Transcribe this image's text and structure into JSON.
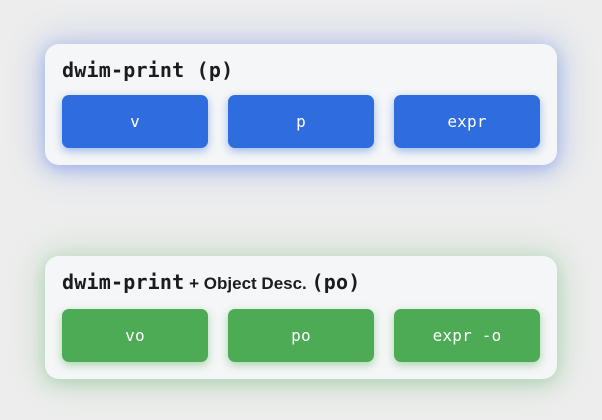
{
  "page": {
    "background": "#ededed",
    "card_background": "#f5f6f7"
  },
  "cards": [
    {
      "name": "dwim-print",
      "accent": "#2f6cde",
      "glow": "rgba(64,110,228,0.30)",
      "title_segments": [
        {
          "text": "dwim-print (p)",
          "style": "mono"
        }
      ],
      "buttons": [
        {
          "label": "v"
        },
        {
          "label": "p"
        },
        {
          "label": "expr"
        }
      ]
    },
    {
      "name": "dwim-print-object-desc",
      "accent": "#4cab54",
      "glow": "rgba(92,176,100,0.28)",
      "title_segments": [
        {
          "text": "dwim-print",
          "style": "mono"
        },
        {
          "text": " + Object Desc. ",
          "style": "sans"
        },
        {
          "text": "(po)",
          "style": "mono"
        }
      ],
      "buttons": [
        {
          "label": "vo"
        },
        {
          "label": "po"
        },
        {
          "label": "expr -o"
        }
      ]
    }
  ]
}
